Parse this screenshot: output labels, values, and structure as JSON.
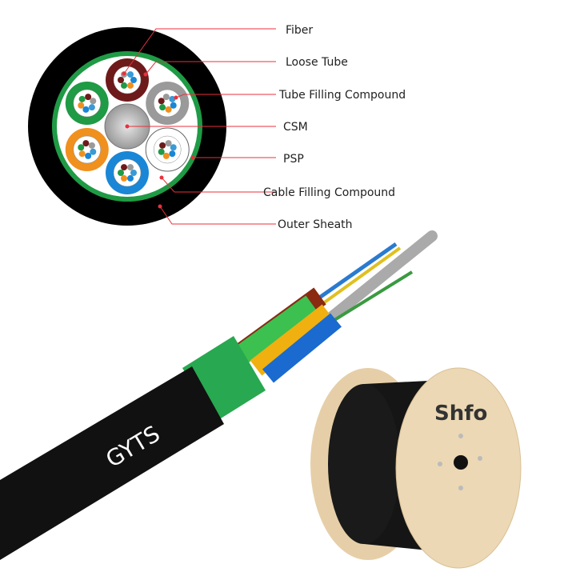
{
  "labels": {
    "fiber": "Fiber",
    "loose_tube": "Loose Tube",
    "tube_filling": "Tube Filling Compound",
    "csm": "CSM",
    "psp": "PSP",
    "cable_filling": "Cable Filling Compound",
    "outer_sheath": "Outer Sheath"
  },
  "cable_print": "GYTS",
  "spool_brand": "Shfo",
  "colors": {
    "leader_line": "#e8303c",
    "sheath": "#000000",
    "psp_armor": "#1f9a45",
    "tubes": [
      "#6e1a1a",
      "#9a9a9a",
      "#ffffff",
      "#1a86d6",
      "#f0901e",
      "#1f9a45"
    ],
    "spool_wood": "#ecd8b4"
  }
}
